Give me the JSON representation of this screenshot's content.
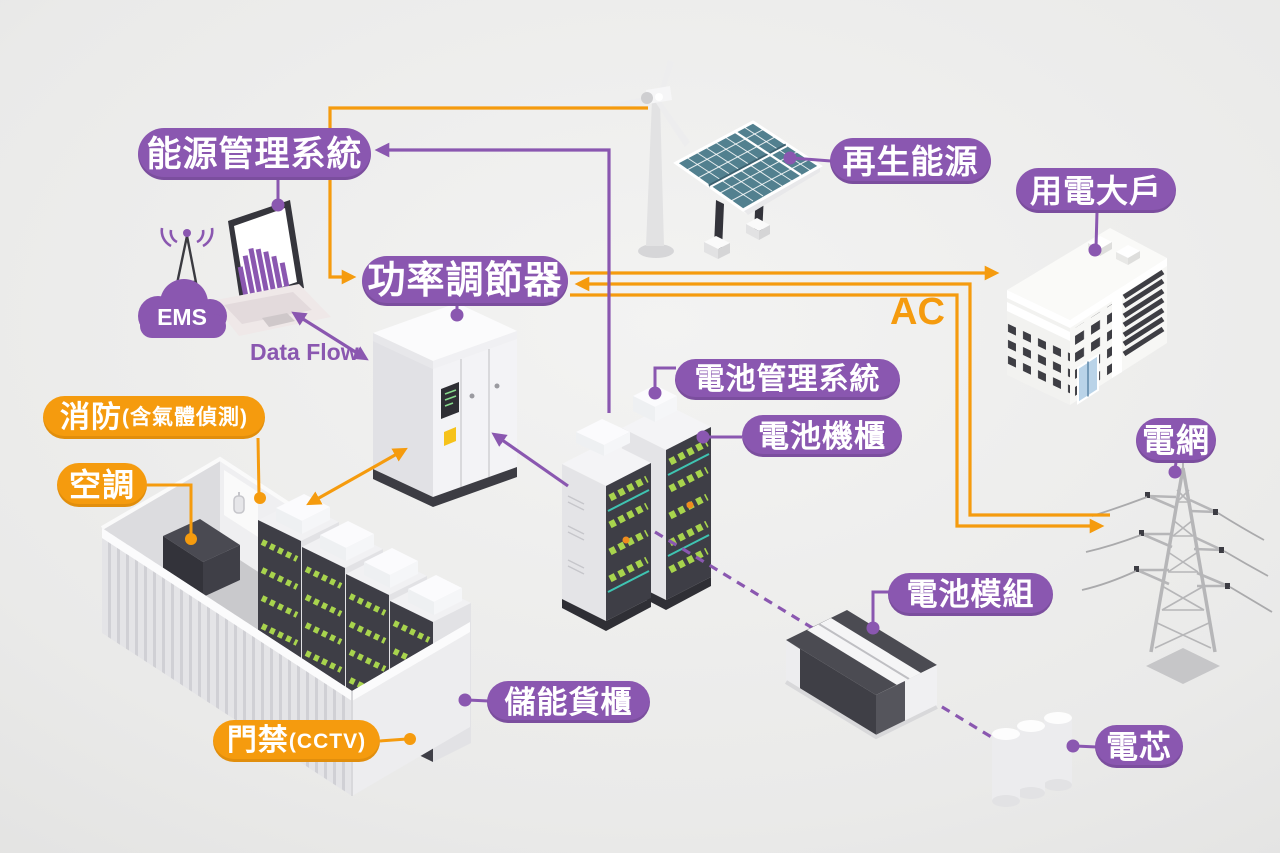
{
  "colors": {
    "purple": "#8a57b0",
    "orange": "#f59b0e",
    "solar-teal": "#52808f",
    "battery-green": "#a8d44d",
    "battery-teal": "#3fc4b2"
  },
  "callouts": {
    "energy_management_system": "能源管理系統",
    "renewable_energy": "再生能源",
    "large_power_consumer": "用電大戶",
    "power_conditioner": "功率調節器",
    "battery_management_system": "電池管理系統",
    "battery_cabinet": "電池機櫃",
    "grid": "電網",
    "battery_module": "電池模組",
    "battery_cell": "電芯",
    "storage_container": "儲能貨櫃",
    "fire_protection": "消防",
    "fire_protection_note": "(含氣體偵測)",
    "hvac": "空調",
    "access_control": "門禁",
    "access_control_note": "(CCTV)"
  },
  "texts": {
    "ems_abbr": "EMS",
    "data_flow": "Data Flow",
    "ac_label": "AC"
  }
}
